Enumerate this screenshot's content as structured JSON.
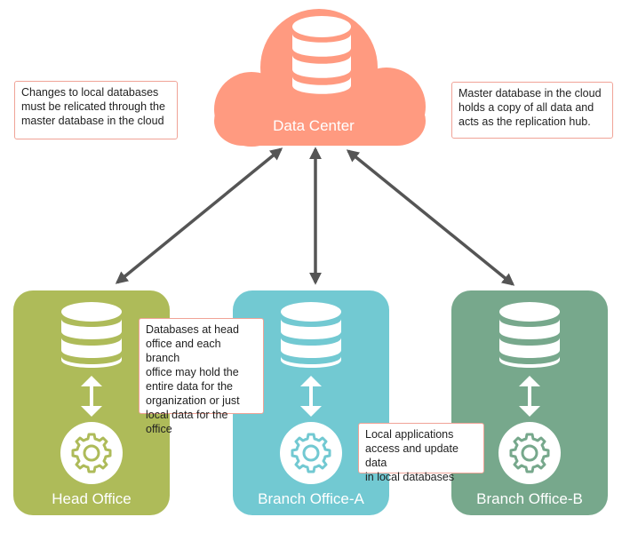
{
  "diagram": {
    "data_center": {
      "label": "Data Center",
      "color": "#FF9A80"
    },
    "notes": {
      "top_left": [
        "Changes to local databases",
        "must be relicated through the",
        "master database in the cloud"
      ],
      "top_right": [
        "Master database in the cloud",
        "holds a copy of all data and",
        "acts as the replication hub."
      ],
      "middle": [
        "Databases at head",
        "office and each branch",
        "office may hold the",
        "entire data for the",
        "organization or just",
        "local data for the office"
      ],
      "bottom": [
        "Local applications",
        "access and update data",
        "in local databases"
      ]
    },
    "offices": [
      {
        "label": "Head Office",
        "color": "#AEBB59"
      },
      {
        "label": "Branch Office-A",
        "color": "#72C9D2"
      },
      {
        "label": "Branch Office-B",
        "color": "#77A88C"
      }
    ],
    "connections": [
      {
        "from": "Data Center",
        "to": "Head Office",
        "direction": "bidirectional"
      },
      {
        "from": "Data Center",
        "to": "Branch Office-A",
        "direction": "bidirectional"
      },
      {
        "from": "Data Center",
        "to": "Branch Office-B",
        "direction": "bidirectional"
      }
    ],
    "arrow_color": "#555555",
    "note_border_color": "#F0A397"
  }
}
